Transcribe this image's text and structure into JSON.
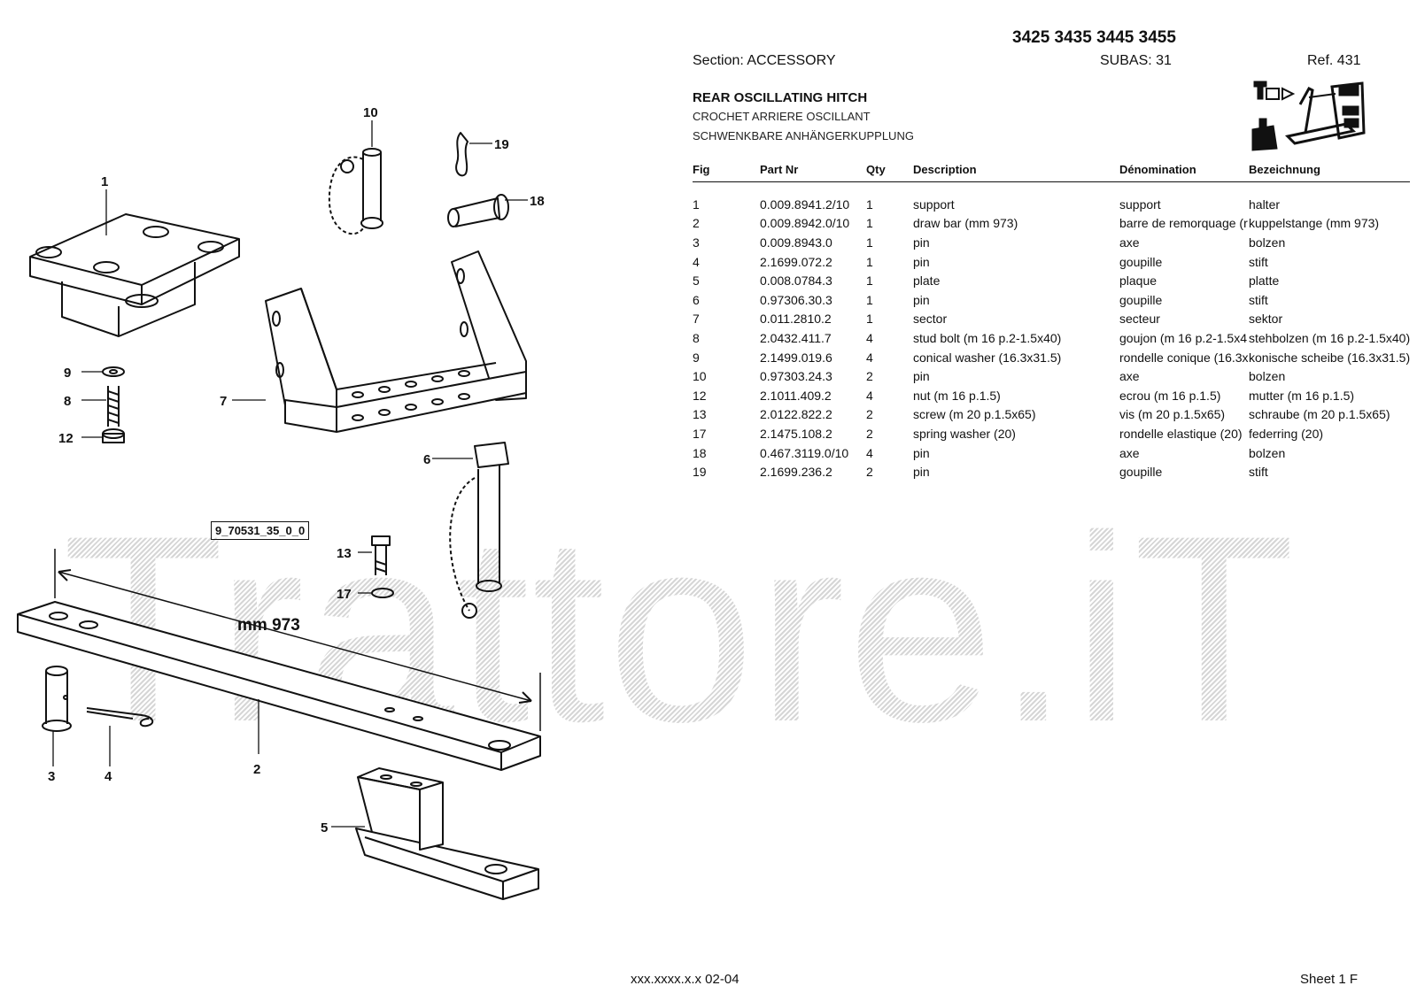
{
  "header": {
    "models": "3425 3435 3445 3455",
    "section": "Section: ACCESSORY",
    "subas": "SUBAS: 31",
    "ref": "Ref. 431"
  },
  "title": {
    "en": "REAR OSCILLATING HITCH",
    "fr": "CROCHET ARRIERE OSCILLANT",
    "de": "SCHWENKBARE ANHÄNGERKUPPLUNG"
  },
  "table": {
    "headers": [
      "Fig",
      "Part Nr",
      "Qty",
      "Description",
      "Dénomination",
      "Bezeichnung"
    ],
    "rows": [
      [
        "1",
        "0.009.8941.2/10",
        "1",
        "support",
        "support",
        "halter"
      ],
      [
        "2",
        "0.009.8942.0/10",
        "1",
        "draw bar (mm 973)",
        "barre de remorquage (r",
        "kuppelstange (mm 973)"
      ],
      [
        "3",
        "0.009.8943.0",
        "1",
        "pin",
        "axe",
        "bolzen"
      ],
      [
        "4",
        "2.1699.072.2",
        "1",
        "pin",
        "goupille",
        "stift"
      ],
      [
        "5",
        "0.008.0784.3",
        "1",
        "plate",
        "plaque",
        "platte"
      ],
      [
        "6",
        "0.97306.30.3",
        "1",
        "pin",
        "goupille",
        "stift"
      ],
      [
        "7",
        "0.011.2810.2",
        "1",
        "sector",
        "secteur",
        "sektor"
      ],
      [
        "8",
        "2.0432.411.7",
        "4",
        "stud bolt (m 16 p.2-1.5x40)",
        "goujon (m 16 p.2-1.5x4",
        "stehbolzen (m 16 p.2-1.5x40)"
      ],
      [
        "9",
        "2.1499.019.6",
        "4",
        "conical washer (16.3x31.5)",
        "rondelle conique (16.3x",
        "konische scheibe (16.3x31.5)"
      ],
      [
        "10",
        "0.97303.24.3",
        "2",
        "pin",
        "axe",
        "bolzen"
      ],
      [
        "12",
        "2.1011.409.2",
        "4",
        "nut (m 16 p.1.5)",
        "ecrou (m 16 p.1.5)",
        "mutter (m 16 p.1.5)"
      ],
      [
        "13",
        "2.0122.822.2",
        "2",
        "screw (m 20 p.1.5x65)",
        "vis (m 20 p.1.5x65)",
        "schraube (m 20 p.1.5x65)"
      ],
      [
        "17",
        "2.1475.108.2",
        "2",
        "spring washer (20)",
        "rondelle elastique (20)",
        "federring (20)"
      ],
      [
        "18",
        "0.467.3119.0/10",
        "4",
        "pin",
        "axe",
        "bolzen"
      ],
      [
        "19",
        "2.1699.236.2",
        "2",
        "pin",
        "goupille",
        "stift"
      ]
    ]
  },
  "diagram": {
    "figure_code": "9_70531_35_0_0",
    "dimension_label": "mm 973",
    "callouts": [
      "1",
      "2",
      "3",
      "4",
      "5",
      "6",
      "7",
      "8",
      "9",
      "10",
      "12",
      "13",
      "17",
      "18",
      "19"
    ]
  },
  "watermark": "Trattore.iT",
  "footer": {
    "doc_code": "xxx.xxxx.x.x  02-04",
    "sheet": "Sheet 1 F"
  }
}
